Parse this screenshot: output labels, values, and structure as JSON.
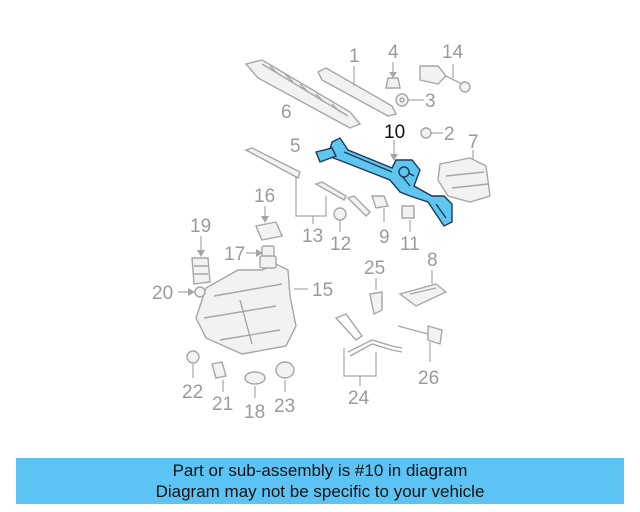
{
  "diagram": {
    "callouts": [
      "1",
      "2",
      "3",
      "4",
      "5",
      "6",
      "7",
      "8",
      "9",
      "10",
      "11",
      "12",
      "13",
      "14",
      "15",
      "16",
      "17",
      "18",
      "19",
      "20",
      "21",
      "22",
      "23",
      "24",
      "25",
      "26"
    ],
    "highlight_label": "10",
    "colors": {
      "highlight_fill": "#5fc6f0",
      "part_stroke": "#a6a6a6",
      "label_gray": "#9a9a9a",
      "banner": "#5bc4f5"
    }
  },
  "banner": {
    "line1": "Part or sub-assembly is #10 in diagram",
    "line2": "Diagram may not be specific to your vehicle"
  }
}
